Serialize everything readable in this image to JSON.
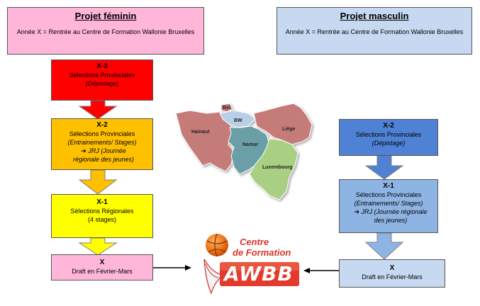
{
  "feminin": {
    "title": "Projet féminin",
    "intro": "Année X = Rentrée au Centre de Formation Wallonie Bruxelles",
    "colors": {
      "header": "#ffb6d9",
      "x3": "#ff0000",
      "x2": "#ffc000",
      "x1": "#ffff00",
      "x": "#ffb6d9"
    },
    "steps": {
      "x3": {
        "title": "X-3",
        "line1": "Sélections Provinciales",
        "line2": "(Dépistage)"
      },
      "x2": {
        "title": "X-2",
        "line1": "Sélections Provinciales",
        "line2": "(Entrainements/ Stages)",
        "bullet": "➔ JRJ (Journée régionale des jeunes)"
      },
      "x1": {
        "title": "X-1",
        "line1": "Sélections Régionales",
        "line2": "(4 stages)"
      },
      "x": {
        "title": "X",
        "line1": "Draft en Février-Mars"
      }
    }
  },
  "masculin": {
    "title": "Projet masculin",
    "intro": "Année X = Rentrée au Centre de Formation Wallonie Bruxelles",
    "colors": {
      "header": "#c6d9f1",
      "x2": "#4f81d4",
      "x1": "#8eb4e3",
      "x": "#c6d9f1"
    },
    "steps": {
      "x2": {
        "title": "X-2",
        "line1": "Sélections Provinciales",
        "line2": "(Dépistage)"
      },
      "x1": {
        "title": "X-1",
        "line1": "Sélections Provinciales",
        "line2": "(Entrainements/ Stages)",
        "bullet": "➔ JRJ (Journée régionale des jeunes)"
      },
      "x": {
        "title": "X",
        "line1": "Draft en Février-Mars"
      }
    }
  },
  "map": {
    "provinces": [
      "Bxl",
      "BW",
      "Hainaut",
      "Namur",
      "Liège",
      "Luxembourg"
    ]
  },
  "logo": {
    "line1": "Centre",
    "line2": "de Formation",
    "brand": "AWBB"
  }
}
